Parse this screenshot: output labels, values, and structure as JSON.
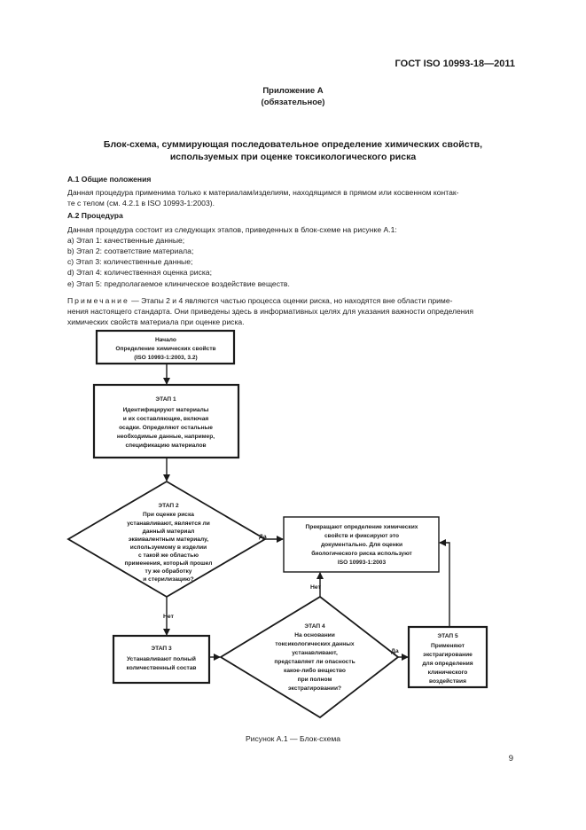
{
  "header": {
    "doc_id": "ГОСТ ISO 10993-18—2011"
  },
  "annex": {
    "title": "Приложение А",
    "status": "(обязательное)"
  },
  "main_title": {
    "line1": "Блок-схема, суммирующая последовательное определение химических свойств,",
    "line2": "используемых при оценке токсикологического риска"
  },
  "section_a1": {
    "heading": "А.1  Общие положения",
    "line1": "Данная процедура применима только к материалам/изделиям, находящимся в прямом или косвенном контак-",
    "line2": "те с телом (см. 4.2.1 в ISO 10993-1:2003)."
  },
  "section_a2": {
    "heading": "А.2  Процедура",
    "intro": "Данная процедура состоит из следующих этапов, приведенных в блок-схеме на рисунке А.1:",
    "items": [
      "a)  Этап 1: качественные данные;",
      "b)  Этап 2: соответствие материала;",
      "c)  Этап 3: количественные данные;",
      "d)  Этап 4: количественная оценка риска;",
      "e)  Этап 5: предполагаемое клиническое воздействие веществ."
    ]
  },
  "note": {
    "label": "Примечание",
    "line1": " — Этапы 2 и 4 являются частью процесса оценки риска, но находятся вне области приме-",
    "line2": "нения настоящего стандарта. Они приведены здесь в информативных целях для указания важности определения",
    "line3": "химических свойств материала при оценке риска."
  },
  "flowchart": {
    "start": [
      "Начало",
      "Определение химических свойств",
      "(ISO 10993-1:2003, 3.2)"
    ],
    "stage1": [
      "ЭТАП 1",
      "Идентифицируют материалы",
      "и их составляющие, включая",
      "осадки. Определяют остальные",
      "необходимые данные, например,",
      "спецификацию материалов"
    ],
    "stage2": [
      "ЭТАП 2",
      "При оценке риска",
      "устанавливают, является ли",
      "данный материал",
      "эквивалентным материалу,",
      "используемому в изделии",
      "с такой же областью",
      "применения, который прошел",
      "ту же обработку",
      "и стерилизацию?"
    ],
    "stop": [
      "Прекращают определение химических",
      "свойств и фиксируют это",
      "документально. Для оценки",
      "биологического риска используют",
      "ISO 10993-1:2003"
    ],
    "stage3": [
      "ЭТАП 3",
      "Устанавливают полный",
      "количественный состав"
    ],
    "stage4": [
      "ЭТАП 4",
      "На основании",
      "токсикологических данных",
      "устанавливают,",
      "представляет ли опасность",
      "какое-либо вещество",
      "при полном",
      "экстрагировании?"
    ],
    "stage5": [
      "ЭТАП 5",
      "Применяют",
      "экстрагирование",
      "для определения",
      "клинического",
      "воздействия"
    ],
    "labels": {
      "yes1": "Да",
      "no1": "Нет",
      "no2": "Нет",
      "yes2": "Да"
    }
  },
  "caption": "Рисунок А.1 — Блок-схема",
  "page_number": "9"
}
